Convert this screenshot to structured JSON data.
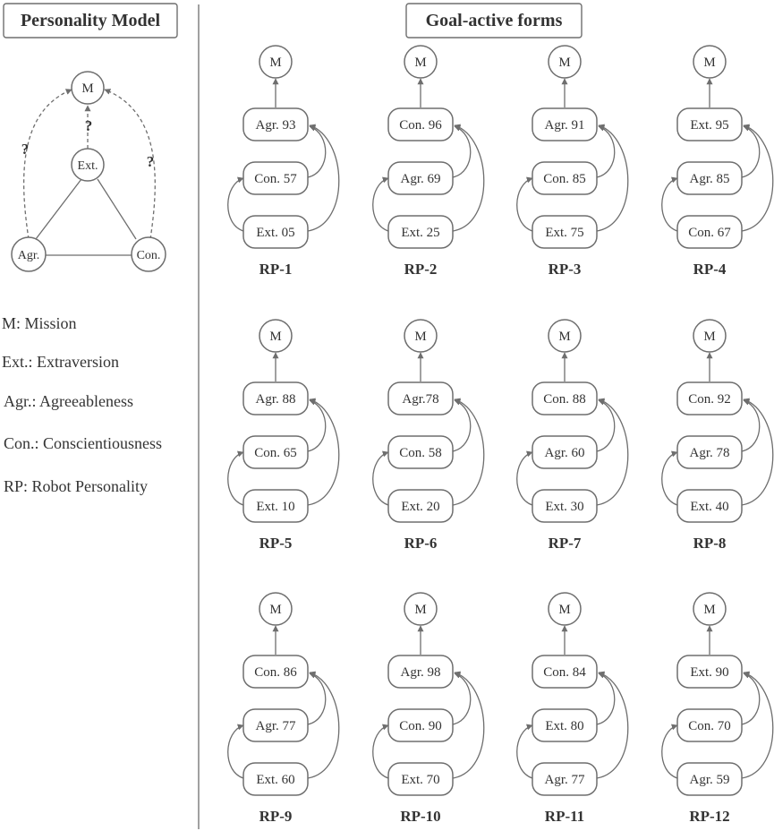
{
  "left_panel": {
    "title": "Personality Model",
    "nodes": {
      "mission": "M",
      "ext": "Ext.",
      "agr": "Agr.",
      "con": "Con."
    },
    "question_mark": "?"
  },
  "legend": [
    {
      "text": "M: Mission"
    },
    {
      "text": "Ext.: Extraversion"
    },
    {
      "text": "Agr.: Agreeableness"
    },
    {
      "text": "Con.: Conscientiousness"
    },
    {
      "text": "RP: Robot Personality"
    }
  ],
  "right_panel": {
    "title": "Goal-active forms",
    "mission_label": "M",
    "forms": [
      {
        "name": "RP-1",
        "traits": [
          "Agr. 93",
          "Con. 57",
          "Ext. 05"
        ]
      },
      {
        "name": "RP-2",
        "traits": [
          "Con. 96",
          "Agr. 69",
          "Ext. 25"
        ]
      },
      {
        "name": "RP-3",
        "traits": [
          "Agr. 91",
          "Con. 85",
          "Ext. 75"
        ]
      },
      {
        "name": "RP-4",
        "traits": [
          "Ext. 95",
          "Agr. 85",
          "Con. 67"
        ]
      },
      {
        "name": "RP-5",
        "traits": [
          "Agr. 88",
          "Con. 65",
          "Ext. 10"
        ]
      },
      {
        "name": "RP-6",
        "traits": [
          "Agr.78",
          "Con. 58",
          "Ext. 20"
        ]
      },
      {
        "name": "RP-7",
        "traits": [
          "Con. 88",
          "Agr. 60",
          "Ext. 30"
        ]
      },
      {
        "name": "RP-8",
        "traits": [
          "Con. 92",
          "Agr. 78",
          "Ext. 40"
        ]
      },
      {
        "name": "RP-9",
        "traits": [
          "Con. 86",
          "Agr. 77",
          "Ext. 60"
        ]
      },
      {
        "name": "RP-10",
        "traits": [
          "Agr. 98",
          "Con. 90",
          "Ext. 70"
        ]
      },
      {
        "name": "RP-11",
        "traits": [
          "Con. 84",
          "Ext. 80",
          "Agr. 77"
        ]
      },
      {
        "name": "RP-12",
        "traits": [
          "Ext. 90",
          "Con. 70",
          "Agr. 59"
        ]
      }
    ]
  },
  "colors": {
    "stroke": "#6e6e6e",
    "text": "#333333",
    "background": "#ffffff"
  }
}
